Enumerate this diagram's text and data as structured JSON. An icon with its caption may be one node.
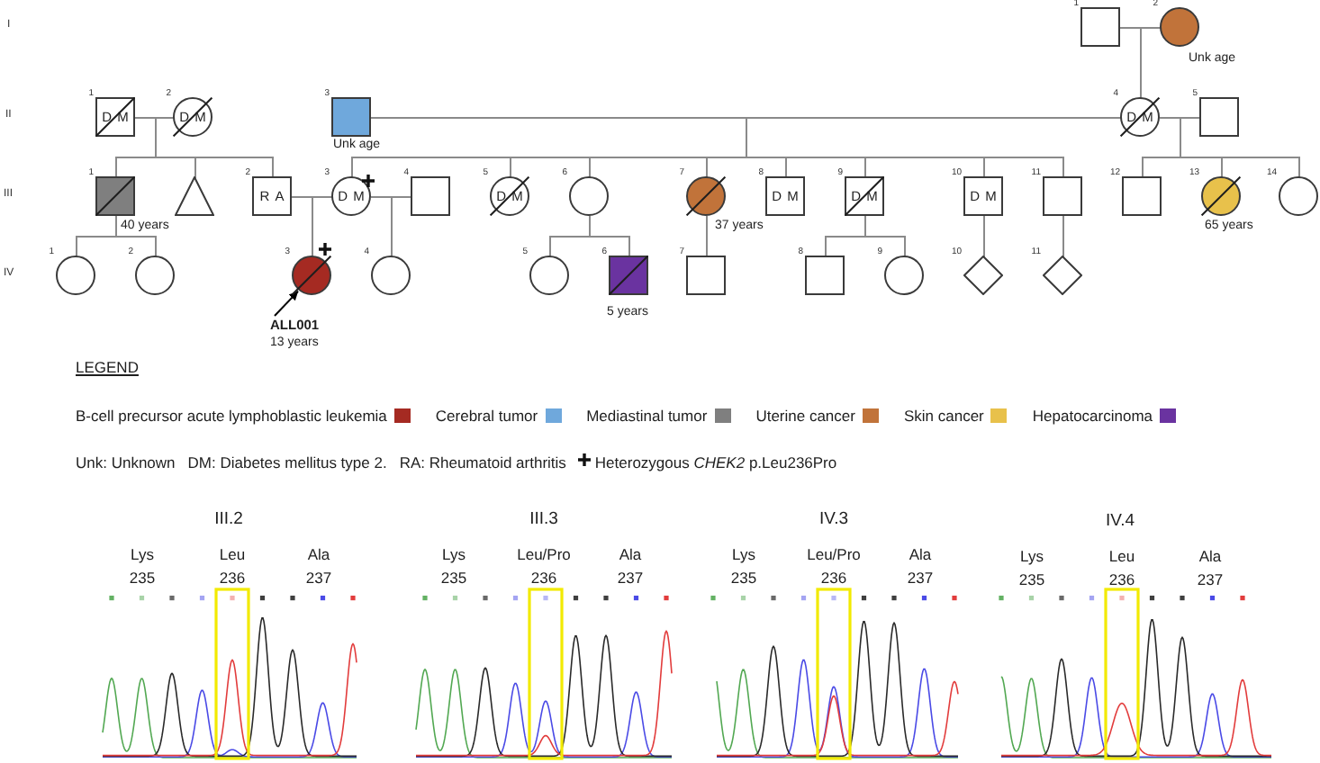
{
  "diagram": {
    "nodes": [
      {
        "text": [],
        "shape": "box",
        "beside": [
          "1"
        ]
      },
      {
        "text": [],
        "shape": "circle",
        "beside": [
          "2",
          "Unk age"
        ]
      },
      {
        "text": [
          "DM"
        ],
        "beside": [
          "1"
        ]
      },
      {
        "text": [
          "DM"
        ],
        "beside": [
          "2"
        ]
      },
      {
        "text": [],
        "shape": "box",
        "beside": [
          "3",
          "Unk age"
        ]
      },
      {
        "text": [
          "DM"
        ],
        "beside": [
          "4"
        ]
      },
      {
        "text": [],
        "shape": "box",
        "beside": [
          "5"
        ]
      },
      {
        "text": [],
        "shape": "box",
        "beside": [
          "1",
          "40 years"
        ]
      },
      {
        "text": [],
        "shape": "triangle"
      },
      {
        "text": [
          "RA"
        ],
        "beside": [
          "2"
        ]
      },
      {
        "text": [
          "DM"
        ],
        "beside": [
          "3"
        ]
      },
      {
        "text": [],
        "shape": "box",
        "beside": [
          "4"
        ]
      },
      {
        "text": [
          "DM"
        ],
        "beside": [
          "5"
        ]
      },
      {
        "text": [],
        "shape": "circle",
        "beside": [
          "6"
        ]
      },
      {
        "text": [],
        "shape": "circle",
        "beside": [
          "7",
          "37 years"
        ]
      },
      {
        "text": [
          "DM"
        ],
        "beside": [
          "8"
        ]
      },
      {
        "text": [
          "DM"
        ],
        "beside": [
          "9"
        ]
      },
      {
        "text": [
          "DM"
        ],
        "beside": [
          "10"
        ]
      },
      {
        "text": [],
        "shape": "box",
        "beside": [
          "11"
        ]
      },
      {
        "text": [],
        "shape": "box",
        "beside": [
          "12"
        ]
      },
      {
        "text": [],
        "shape": "circle",
        "beside": [
          "13",
          "65 years"
        ]
      },
      {
        "text": [],
        "shape": "circle",
        "beside": [
          "14"
        ]
      },
      {
        "text": [],
        "shape": "circle",
        "beside": [
          "1"
        ]
      },
      {
        "text": [],
        "shape": "circle",
        "beside": [
          "2"
        ]
      },
      {
        "text": [],
        "shape": "circle",
        "beside": [
          "3",
          "ALL001",
          "13 years"
        ]
      },
      {
        "text": [],
        "shape": "circle",
        "beside": [
          "4"
        ]
      },
      {
        "text": [],
        "shape": "circle",
        "beside": [
          "5"
        ]
      },
      {
        "text": [],
        "shape": "box",
        "beside": [
          "6",
          "5 years"
        ]
      },
      {
        "text": [],
        "shape": "box",
        "beside": [
          "7"
        ]
      },
      {
        "text": [],
        "shape": "box",
        "beside": [
          "8"
        ]
      },
      {
        "text": [],
        "shape": "circle",
        "beside": [
          "9"
        ]
      },
      {
        "text": [],
        "shape": "diamond",
        "beside": [
          "10"
        ]
      },
      {
        "text": [],
        "shape": "diamond",
        "beside": [
          "11"
        ]
      }
    ],
    "edges": [
      {
        "from": 0,
        "to": 1,
        "arrow": "none"
      },
      {
        "from": 0,
        "to": 5,
        "arrow": "none"
      },
      {
        "from": 1,
        "to": 5,
        "arrow": "none"
      },
      {
        "from": 2,
        "to": 3,
        "arrow": "none"
      },
      {
        "from": 2,
        "to": 7,
        "arrow": "none"
      },
      {
        "from": 3,
        "to": 7,
        "arrow": "none"
      },
      {
        "from": 2,
        "to": 8,
        "arrow": "none"
      },
      {
        "from": 3,
        "to": 8,
        "arrow": "none"
      },
      {
        "from": 2,
        "to": 9,
        "arrow": "none"
      },
      {
        "from": 3,
        "to": 9,
        "arrow": "none"
      },
      {
        "from": 4,
        "to": 5,
        "arrow": "none"
      },
      {
        "from": 4,
        "to": 10,
        "arrow": "none"
      },
      {
        "from": 5,
        "to": 10,
        "arrow": "none"
      },
      {
        "from": 4,
        "to": 12,
        "arrow": "none"
      },
      {
        "from": 5,
        "to": 12,
        "arrow": "none"
      },
      {
        "from": 4,
        "to": 13,
        "arrow": "none"
      },
      {
        "from": 5,
        "to": 13,
        "arrow": "none"
      },
      {
        "from": 4,
        "to": 14,
        "arrow": "none"
      },
      {
        "from": 5,
        "to": 14,
        "arrow": "none"
      },
      {
        "from": 4,
        "to": 15,
        "arrow": "none"
      },
      {
        "from": 5,
        "to": 15,
        "arrow": "none"
      },
      {
        "from": 4,
        "to": 16,
        "arrow": "none"
      },
      {
        "from": 5,
        "to": 16,
        "arrow": "none"
      },
      {
        "from": 4,
        "to": 17,
        "arrow": "none"
      },
      {
        "from": 5,
        "to": 17,
        "arrow": "none"
      },
      {
        "from": 4,
        "to": 18,
        "arrow": "none"
      },
      {
        "from": 5,
        "to": 18,
        "arrow": "none"
      },
      {
        "from": 5,
        "to": 6,
        "arrow": "none"
      },
      {
        "from": 5,
        "to": 19,
        "arrow": "none"
      },
      {
        "from": 6,
        "to": 19,
        "arrow": "none"
      },
      {
        "from": 5,
        "to": 20,
        "arrow": "none"
      },
      {
        "from": 6,
        "to": 20,
        "arrow": "none"
      },
      {
        "from": 5,
        "to": 21,
        "arrow": "none"
      },
      {
        "from": 6,
        "to": 21,
        "arrow": "none"
      },
      {
        "from": 9,
        "to": 10,
        "arrow": "none"
      },
      {
        "from": 9,
        "to": 24,
        "arrow": "none"
      },
      {
        "from": 10,
        "to": 24,
        "arrow": "none"
      },
      {
        "from": 10,
        "to": 11,
        "arrow": "none"
      },
      {
        "from": 10,
        "to": 25,
        "arrow": "none"
      },
      {
        "from": 11,
        "to": 25,
        "arrow": "none"
      },
      {
        "from": 7,
        "to": 22,
        "arrow": "none"
      },
      {
        "from": 7,
        "to": 23,
        "arrow": "none"
      },
      {
        "from": 13,
        "to": 26,
        "arrow": "none"
      },
      {
        "from": 13,
        "to": 27,
        "arrow": "none"
      },
      {
        "from": 14,
        "to": 28,
        "arrow": "none"
      },
      {
        "from": 16,
        "to": 29,
        "arrow": "none"
      },
      {
        "from": 16,
        "to": 30,
        "arrow": "none"
      },
      {
        "from": 17,
        "to": 31,
        "arrow": "none"
      },
      {
        "from": 18,
        "to": 32,
        "arrow": "none"
      },
      {
        "from": null,
        "to": 24,
        "arrow": "to",
        "color": "#000000"
      }
    ],
    "labels": [
      "I",
      "II",
      "III",
      "IV",
      "LEGEND",
      "Unk: Unknown",
      "DM: Diabetes mellitus type 2.",
      "RA: Rheumatoid arthritis",
      "III.2",
      "Lys 235",
      "Leu 236",
      "Ala 237",
      "III.3",
      "Lys 235",
      "Leu/Pro 236",
      "Ala 237",
      "IV.3",
      "Lys 235",
      "Leu/Pro 236",
      "Ala 237",
      "IV.4",
      "Lys 235",
      "Leu 236",
      "Ala 237"
    ],
    "legend": [
      {
        "text": "B-cell precursor acute lymphoblastic leukemia",
        "color": "#a52a22"
      },
      {
        "text": "Cerebral tumor",
        "color": "#6fa8dc"
      },
      {
        "text": "Mediastinal tumor",
        "color": "#7f7f7f"
      },
      {
        "text": "Uterine cancer",
        "color": "#c1733a"
      },
      {
        "text": "Skin cancer",
        "color": "#e8c14b"
      },
      {
        "text": "Hepatocarcinoma",
        "color": "#6a33a0"
      },
      {
        "text": "Heterozygous *CHEK2* p.Leu236Pro"
      }
    ]
  }
}
